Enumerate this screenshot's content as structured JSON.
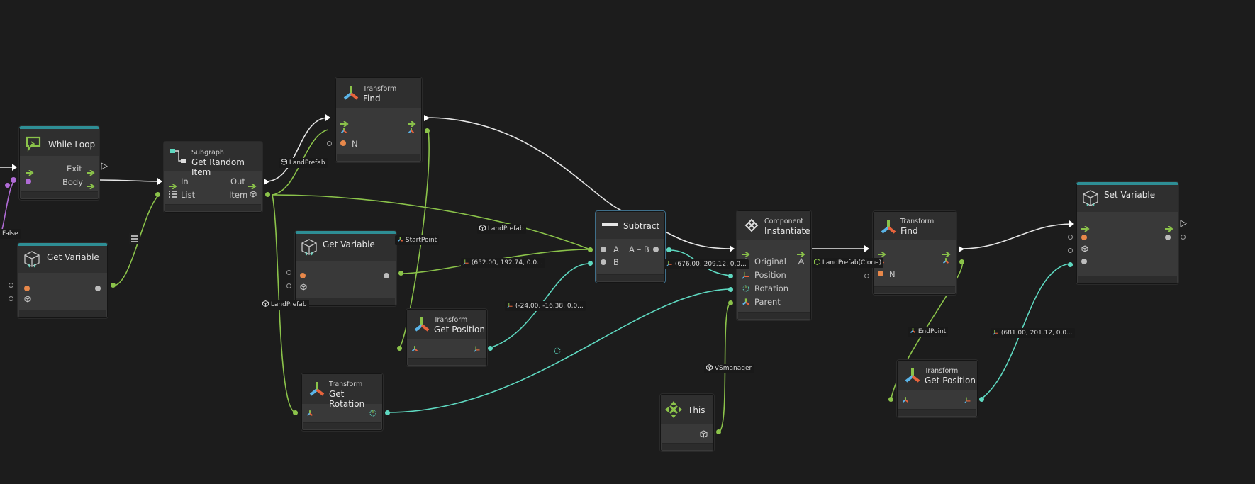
{
  "colors": {
    "background": "#1c1c1c",
    "flow": "#ffffff",
    "green": "#8bc34a",
    "teal": "#5ed8c0",
    "node": "#393939"
  },
  "while_loop": {
    "title": "While Loop",
    "exit": "Exit",
    "body": "Body"
  },
  "get_variable_left": {
    "title": "Get Variable"
  },
  "subgraph": {
    "category": "Subgraph",
    "title": "Get Random Item",
    "in": "In",
    "out": "Out",
    "list": "List",
    "item": "Item"
  },
  "find_top": {
    "category": "Transform",
    "title": "Find",
    "n": "N"
  },
  "get_variable_mid": {
    "title": "Get Variable"
  },
  "get_position_mid": {
    "category": "Transform",
    "title": "Get Position"
  },
  "get_rotation": {
    "category": "Transform",
    "title": "Get Rotation"
  },
  "subtract": {
    "title": "Subtract",
    "a": "A",
    "b": "B",
    "a_minus_b": "A – B"
  },
  "instantiate": {
    "category": "Component",
    "title": "Instantiate",
    "original": "Original",
    "position": "Position",
    "rotation": "Rotation",
    "parent": "Parent"
  },
  "this_node": {
    "title": "This"
  },
  "find_right": {
    "category": "Transform",
    "title": "Find",
    "n": "N"
  },
  "get_position_right": {
    "category": "Transform",
    "title": "Get Position"
  },
  "set_variable": {
    "title": "Set Variable"
  },
  "labels": {
    "false": "False",
    "landprefab1": "LandPrefab",
    "landprefab2": "LandPrefab",
    "landprefab3": "LandPrefab",
    "startpoint": "StartPoint",
    "vec1": "(652.00, 192.74, 0.0...",
    "vec2": "(-24.00, -16.38, 0.0...",
    "vec3": "(676.00, 209.12, 0.0...",
    "landprefab_clone": "LandPrefab(Clone)",
    "vsmanager": "VSmanager",
    "endpoint": "EndPoint",
    "vec4": "(681.00, 201.12, 0.0..."
  }
}
